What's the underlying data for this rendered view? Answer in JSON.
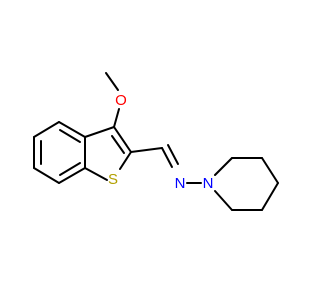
{
  "molecule": {
    "atoms": [
      {
        "id": "O1",
        "symbol": "O",
        "color": "#ff0000"
      },
      {
        "id": "S1",
        "symbol": "S",
        "color": "#b2a000"
      },
      {
        "id": "N1",
        "symbol": "N",
        "color": "#0000ff"
      },
      {
        "id": "N2",
        "symbol": "N",
        "color": "#0000ff"
      }
    ],
    "bond_color": "#000000"
  }
}
